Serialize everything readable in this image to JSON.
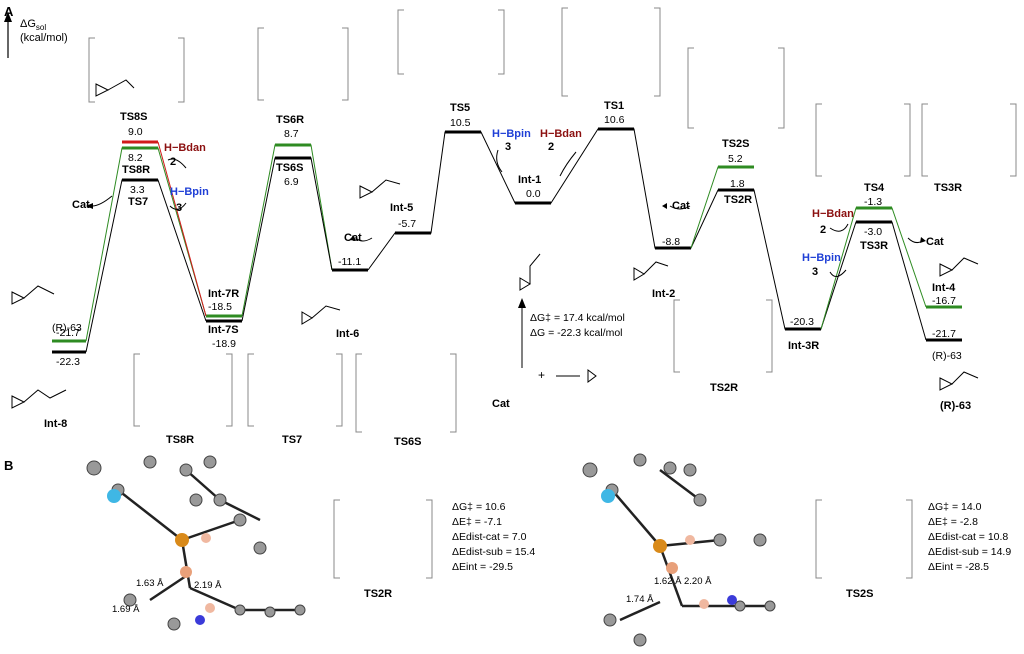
{
  "panel_a": "A",
  "panel_b": "B",
  "axis_label": "ΔG",
  "axis_sub": "sol",
  "axis_unit": "(kcal/mol)",
  "summary": {
    "dg_act": "ΔG‡ = 17.4 kcal/mol",
    "dg": "ΔG = -22.3 kcal/mol"
  },
  "states": [
    {
      "name": "TS8S",
      "value": "9.0"
    },
    {
      "name": "TS8R",
      "value": "8.2"
    },
    {
      "name": "TS7",
      "value": "3.3"
    },
    {
      "name": "(R)-63",
      "value": "-21.7"
    },
    {
      "name": "Int-8",
      "value": "-22.3"
    },
    {
      "name": "Int-7R",
      "value": "-18.5"
    },
    {
      "name": "Int-7S",
      "value": "-18.9"
    },
    {
      "name": "TS6R",
      "value": "8.7"
    },
    {
      "name": "TS6S",
      "value": "6.9"
    },
    {
      "name": "Int-6",
      "value": "-11.1"
    },
    {
      "name": "Int-5",
      "value": "-5.7"
    },
    {
      "name": "TS5",
      "value": "10.5"
    },
    {
      "name": "Int-1",
      "value": "0.0"
    },
    {
      "name": "TS1",
      "value": "10.6"
    },
    {
      "name": "Int-2",
      "value": "-8.8"
    },
    {
      "name": "TS2S",
      "value": "5.2"
    },
    {
      "name": "TS2R",
      "value": "1.8"
    },
    {
      "name": "Int-3R",
      "value": "-20.3"
    },
    {
      "name": "TS4",
      "value": "-1.3"
    },
    {
      "name": "TS3R",
      "value": "-3.0"
    },
    {
      "name": "Int-4",
      "value": "-16.7"
    },
    {
      "name": "(R)-63",
      "value": "-21.7"
    }
  ],
  "reagents": {
    "hbdan": "H−Bdan",
    "hbpin": "H−Bpin",
    "two": "2",
    "three": "3",
    "cat": "Cat",
    "plus": "+"
  },
  "struct_labels": {
    "ts8s": "TS8S",
    "ts6r": "TS6R",
    "ts5": "TS5",
    "ts1": "TS1",
    "ts2s": "TS2S",
    "ts4": "TS4",
    "ts3r": "TS3R",
    "ts8r": "TS8R",
    "ts7": "TS7",
    "ts6s": "TS6S",
    "cat": "Cat",
    "ts2r": "TS2R",
    "int8": "Int-8",
    "int6": "Int-6",
    "int2": "Int-2",
    "r63": "(R)-63"
  },
  "panel_b_ts2r": {
    "name": "TS2R",
    "lines": [
      "ΔG‡ = 10.6",
      "ΔE‡ = -7.1",
      "ΔEdist-cat = 7.0",
      "ΔEdist-sub = 15.4",
      "ΔEint = -29.5"
    ],
    "dist1": "1.63 Å",
    "dist2": "2.19 Å",
    "dist3": "1.69 Å"
  },
  "panel_b_ts2s": {
    "name": "TS2S",
    "lines": [
      "ΔG‡ = 14.0",
      "ΔE‡ = -2.8",
      "ΔEdist-cat = 10.8",
      "ΔEdist-sub = 14.9",
      "ΔEint = -28.5"
    ],
    "dist1": "1.62 Å",
    "dist2": "2.20 Å",
    "dist3": "1.74 Å"
  },
  "colors": {
    "green": "#2e8b22",
    "red": "#d11a1a",
    "blue": "#1f3fd6",
    "darkred": "#8b0f0f"
  }
}
